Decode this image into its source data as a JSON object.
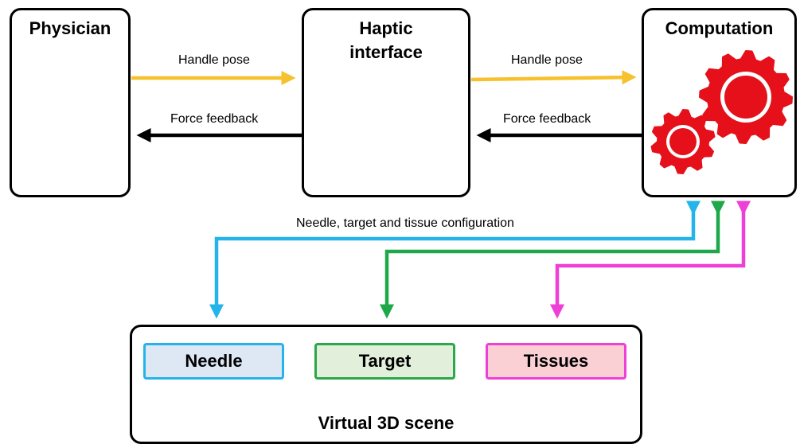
{
  "blocks": {
    "physician": "Physician",
    "haptic_interface": "Haptic\ninterface",
    "computation": "Computation",
    "virtual_scene": "Virtual 3D scene"
  },
  "scene_objects": {
    "needle": "Needle",
    "target": "Target",
    "tissues": "Tissues"
  },
  "arrows": {
    "handle_pose_1": "Handle pose",
    "handle_pose_2": "Handle pose",
    "force_feedback_1": "Force feedback",
    "force_feedback_2": "Force feedback",
    "configuration": "Needle, target and tissue configuration"
  },
  "colors": {
    "handle_pose": "#f6c12c",
    "force_feedback": "#000000",
    "needle": "#25b4ea",
    "target": "#1ea84a",
    "tissues": "#ee3fd7",
    "gear": "#e5101a"
  },
  "icons": {
    "computation": "gears-icon"
  }
}
